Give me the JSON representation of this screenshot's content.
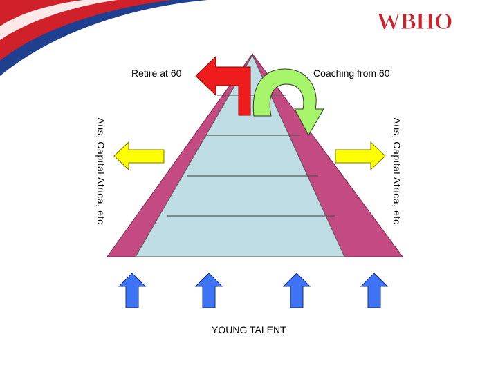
{
  "logo": {
    "text": "WBHO",
    "color": "#d0202a"
  },
  "labels": {
    "retire": "Retire at 60",
    "coaching": "Coaching from 60",
    "side_left": "Aus, Capital Africa, etc",
    "side_right": "Aus, Capital Africa, etc",
    "bottom": "YOUNG TALENT"
  },
  "icons": {
    "retire_arrow": "red-bent-arrow-icon",
    "coaching_arrow": "green-curved-arrow-icon",
    "side_arrows": "yellow-arrow-icon",
    "talent_arrows": "blue-up-arrow-icon"
  },
  "colors": {
    "pyramid_fill": "#bfdde5",
    "pyramid_border": "#c44a82",
    "retire_arrow": "#ee1c1c",
    "coaching_arrow": "#a6f56a",
    "side_arrow": "#ffff00",
    "talent_arrow": "#3d74f5",
    "banner_blue": "#1f3f8f",
    "banner_red": "#d0202a"
  }
}
